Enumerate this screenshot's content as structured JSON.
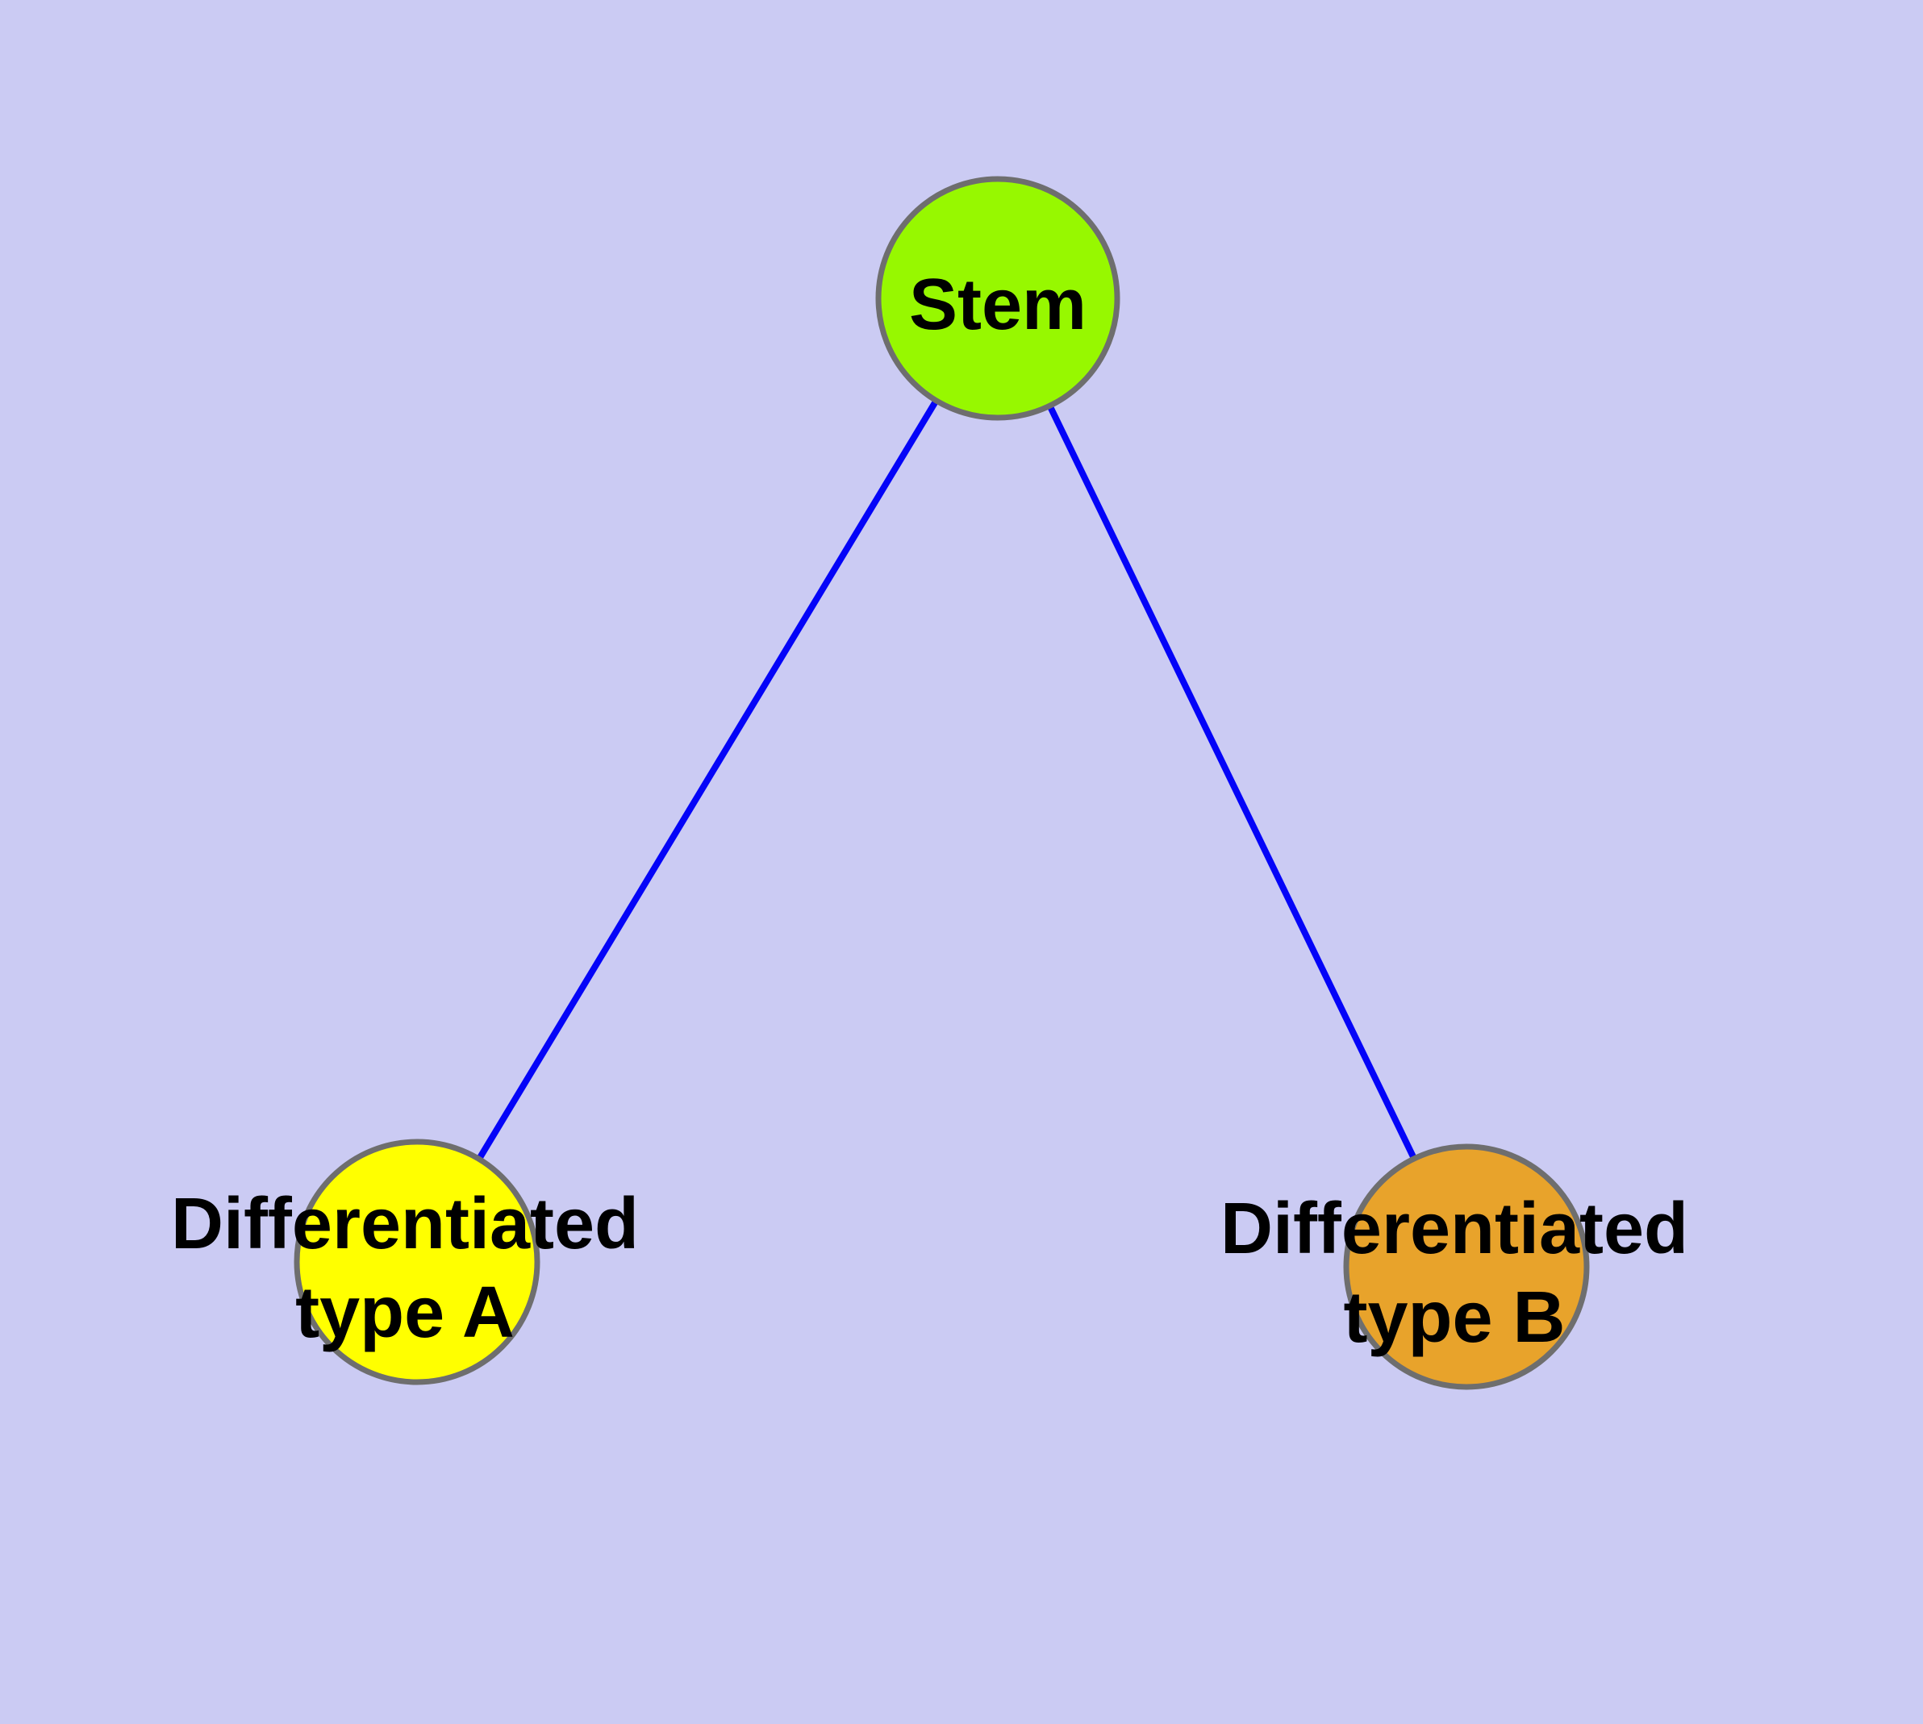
{
  "diagram": {
    "type": "node-link-graph",
    "background_color": "#CBCBF3",
    "edge_color": "#0404F8",
    "node_border_color": "#6E6E6E",
    "label_color": "#000000",
    "nodes": [
      {
        "id": "stem",
        "label": "Stem",
        "color": "#97F800"
      },
      {
        "id": "differentiated-type-a",
        "label": "Differentiated type A",
        "label_lines": [
          "Differentiated",
          "type A"
        ],
        "color": "#FFFF00"
      },
      {
        "id": "differentiated-type-b",
        "label": "Differentiated type B",
        "label_lines": [
          "Differentiated",
          "type B"
        ],
        "color": "#E8A32B"
      }
    ],
    "edges": [
      {
        "from": "Stem",
        "to": "Differentiated type A"
      },
      {
        "from": "Stem",
        "to": "Differentiated type B"
      }
    ]
  }
}
